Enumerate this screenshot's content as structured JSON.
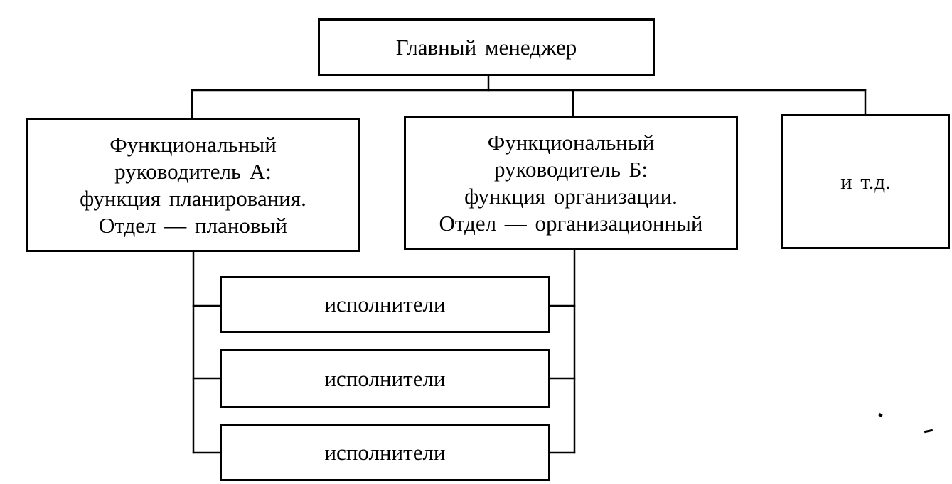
{
  "diagram": {
    "root": {
      "label": "Главный менеджер"
    },
    "managers": [
      {
        "lines": [
          "Функциональный",
          "руководитель А:",
          "функция планирования.",
          "Отдел — плановый"
        ]
      },
      {
        "lines": [
          "Функциональный",
          "руководитель Б:",
          "функция организации.",
          "Отдел — организационный"
        ]
      },
      {
        "label": "и т.д."
      }
    ],
    "executors": [
      {
        "label": "исполнители"
      },
      {
        "label": "исполнители"
      },
      {
        "label": "исполнители"
      }
    ]
  }
}
